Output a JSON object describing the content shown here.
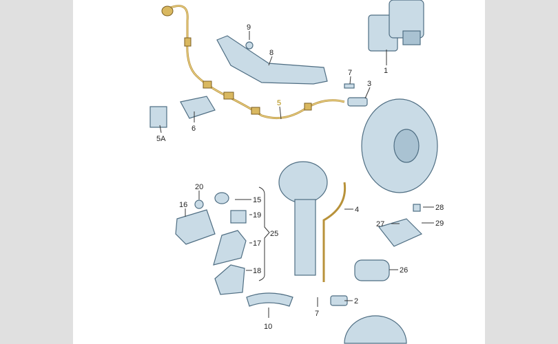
{
  "diagram": {
    "title": "Wheel speed sensor / ABS parts diagram",
    "labels": {
      "p1": "1",
      "p2": "2",
      "p3": "3",
      "p4": "4",
      "p5": "5",
      "p5a": "5A",
      "p6": "6",
      "p7a": "7",
      "p7b": "7",
      "p8": "8",
      "p9": "9",
      "p10": "10",
      "p15": "15",
      "p16": "16",
      "p17": "17",
      "p18": "18",
      "p19": "19",
      "p20": "20",
      "p25": "25",
      "p26": "26",
      "p27": "27",
      "p28": "28",
      "p29": "29"
    },
    "colors": {
      "page": "#ffffff",
      "margin": "#e0e0e0",
      "part": "#c9dbe6",
      "cable": "#b8923a",
      "highlight_label": "#e0b800"
    }
  }
}
